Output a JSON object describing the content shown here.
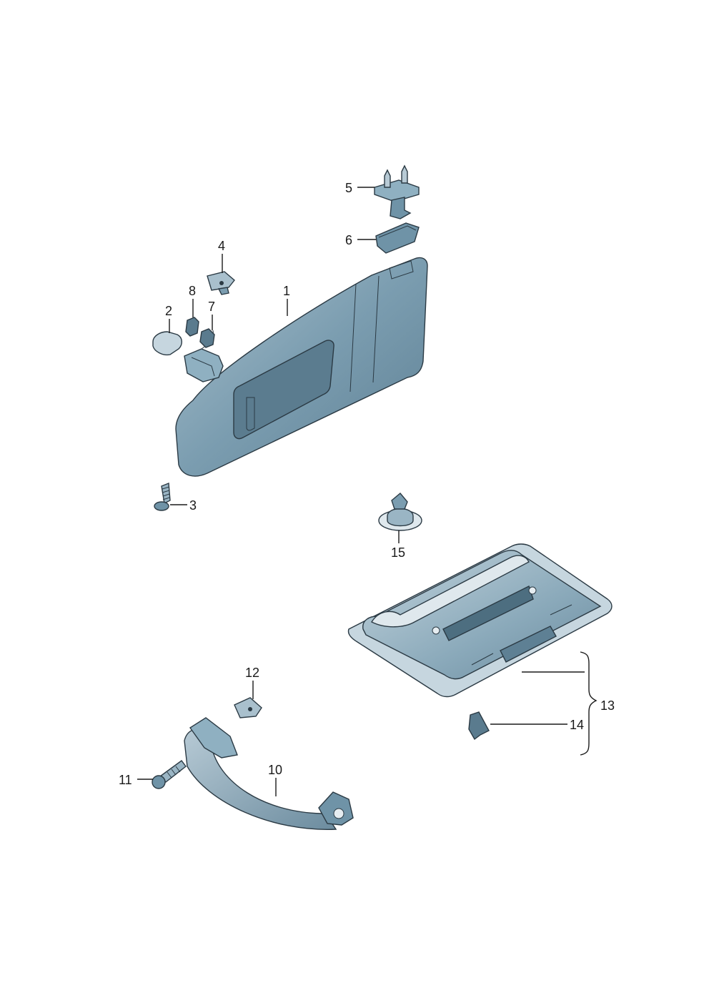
{
  "callouts": {
    "c1": "1",
    "c2": "2",
    "c3": "3",
    "c4": "4",
    "c5": "5",
    "c6": "6",
    "c7": "7",
    "c8": "8",
    "c10": "10",
    "c11": "11",
    "c12": "12",
    "c13": "13",
    "c14": "14",
    "c15": "15"
  },
  "colors": {
    "part_fill": "#6f93a7",
    "part_light": "#9ab5c4",
    "part_dark": "#4d6e80",
    "line": "#1a1a1a"
  }
}
